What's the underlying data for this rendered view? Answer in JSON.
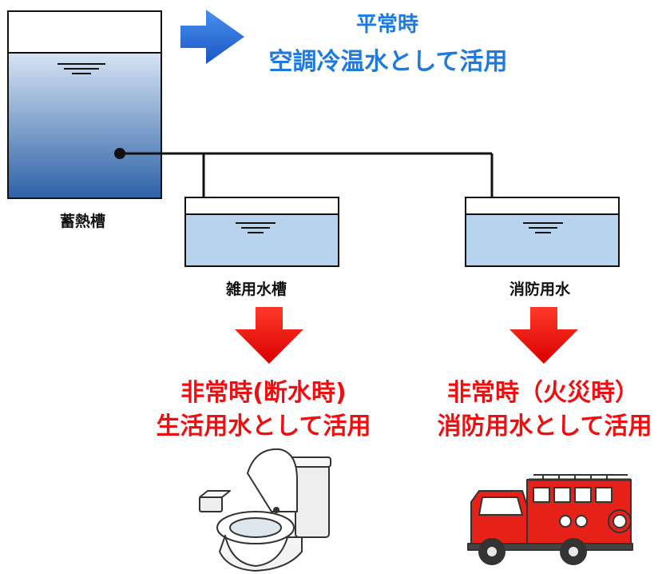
{
  "tanks": {
    "main": {
      "label": "蓄熱槽"
    },
    "misc": {
      "label": "雑用水槽"
    },
    "fire": {
      "label": "消防用水"
    }
  },
  "normal_use": {
    "line1": "平常時",
    "line2": "空調冷温水として活用"
  },
  "emergency_water_cut": {
    "line1": "非常時(断水時)",
    "line2": "生活用水として活用"
  },
  "emergency_fire": {
    "line1": "非常時（火災時）",
    "line2": "消防用水として活用"
  },
  "colors": {
    "blue_text": "#1f7ae0",
    "blue_arrow": "#2a6fdb",
    "red": "#ee1010",
    "water_top": "#d6e4f3",
    "water_bottom": "#2f62a8",
    "small_water": "#b8d3ee"
  }
}
